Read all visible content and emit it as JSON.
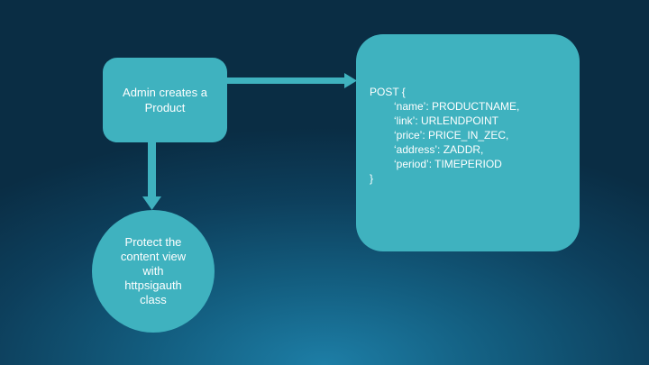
{
  "nodes": {
    "admin": {
      "label": "Admin creates a\nProduct"
    },
    "protect": {
      "label": "Protect the\ncontent view\nwith\nhttpsigauth\nclass"
    },
    "post": {
      "open": "POST {",
      "fields": [
        "‘name’: PRODUCTNAME,",
        "‘link’: URLENDPOINT",
        "‘price’: PRICE_IN_ZEC,",
        "‘address’: ZADDR,",
        "‘period’: TIMEPERIOD"
      ],
      "close": "}"
    }
  },
  "colors": {
    "node_fill": "#3fb2bf",
    "text": "#ffffff"
  }
}
